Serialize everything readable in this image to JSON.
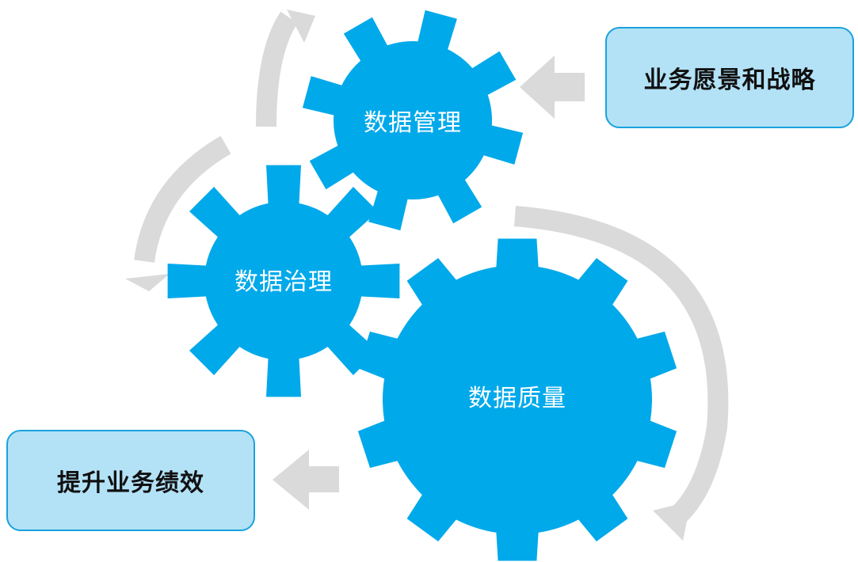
{
  "colors": {
    "gear": "#00a9ea",
    "box_fill": "#b3e2f7",
    "box_border": "#1aa2dc",
    "arrow": "#dadada"
  },
  "gears": {
    "management": "数据管理",
    "governance": "数据治理",
    "quality": "数据质量"
  },
  "boxes": {
    "strategy": "业务愿景和战略",
    "performance": "提升业务绩效"
  }
}
